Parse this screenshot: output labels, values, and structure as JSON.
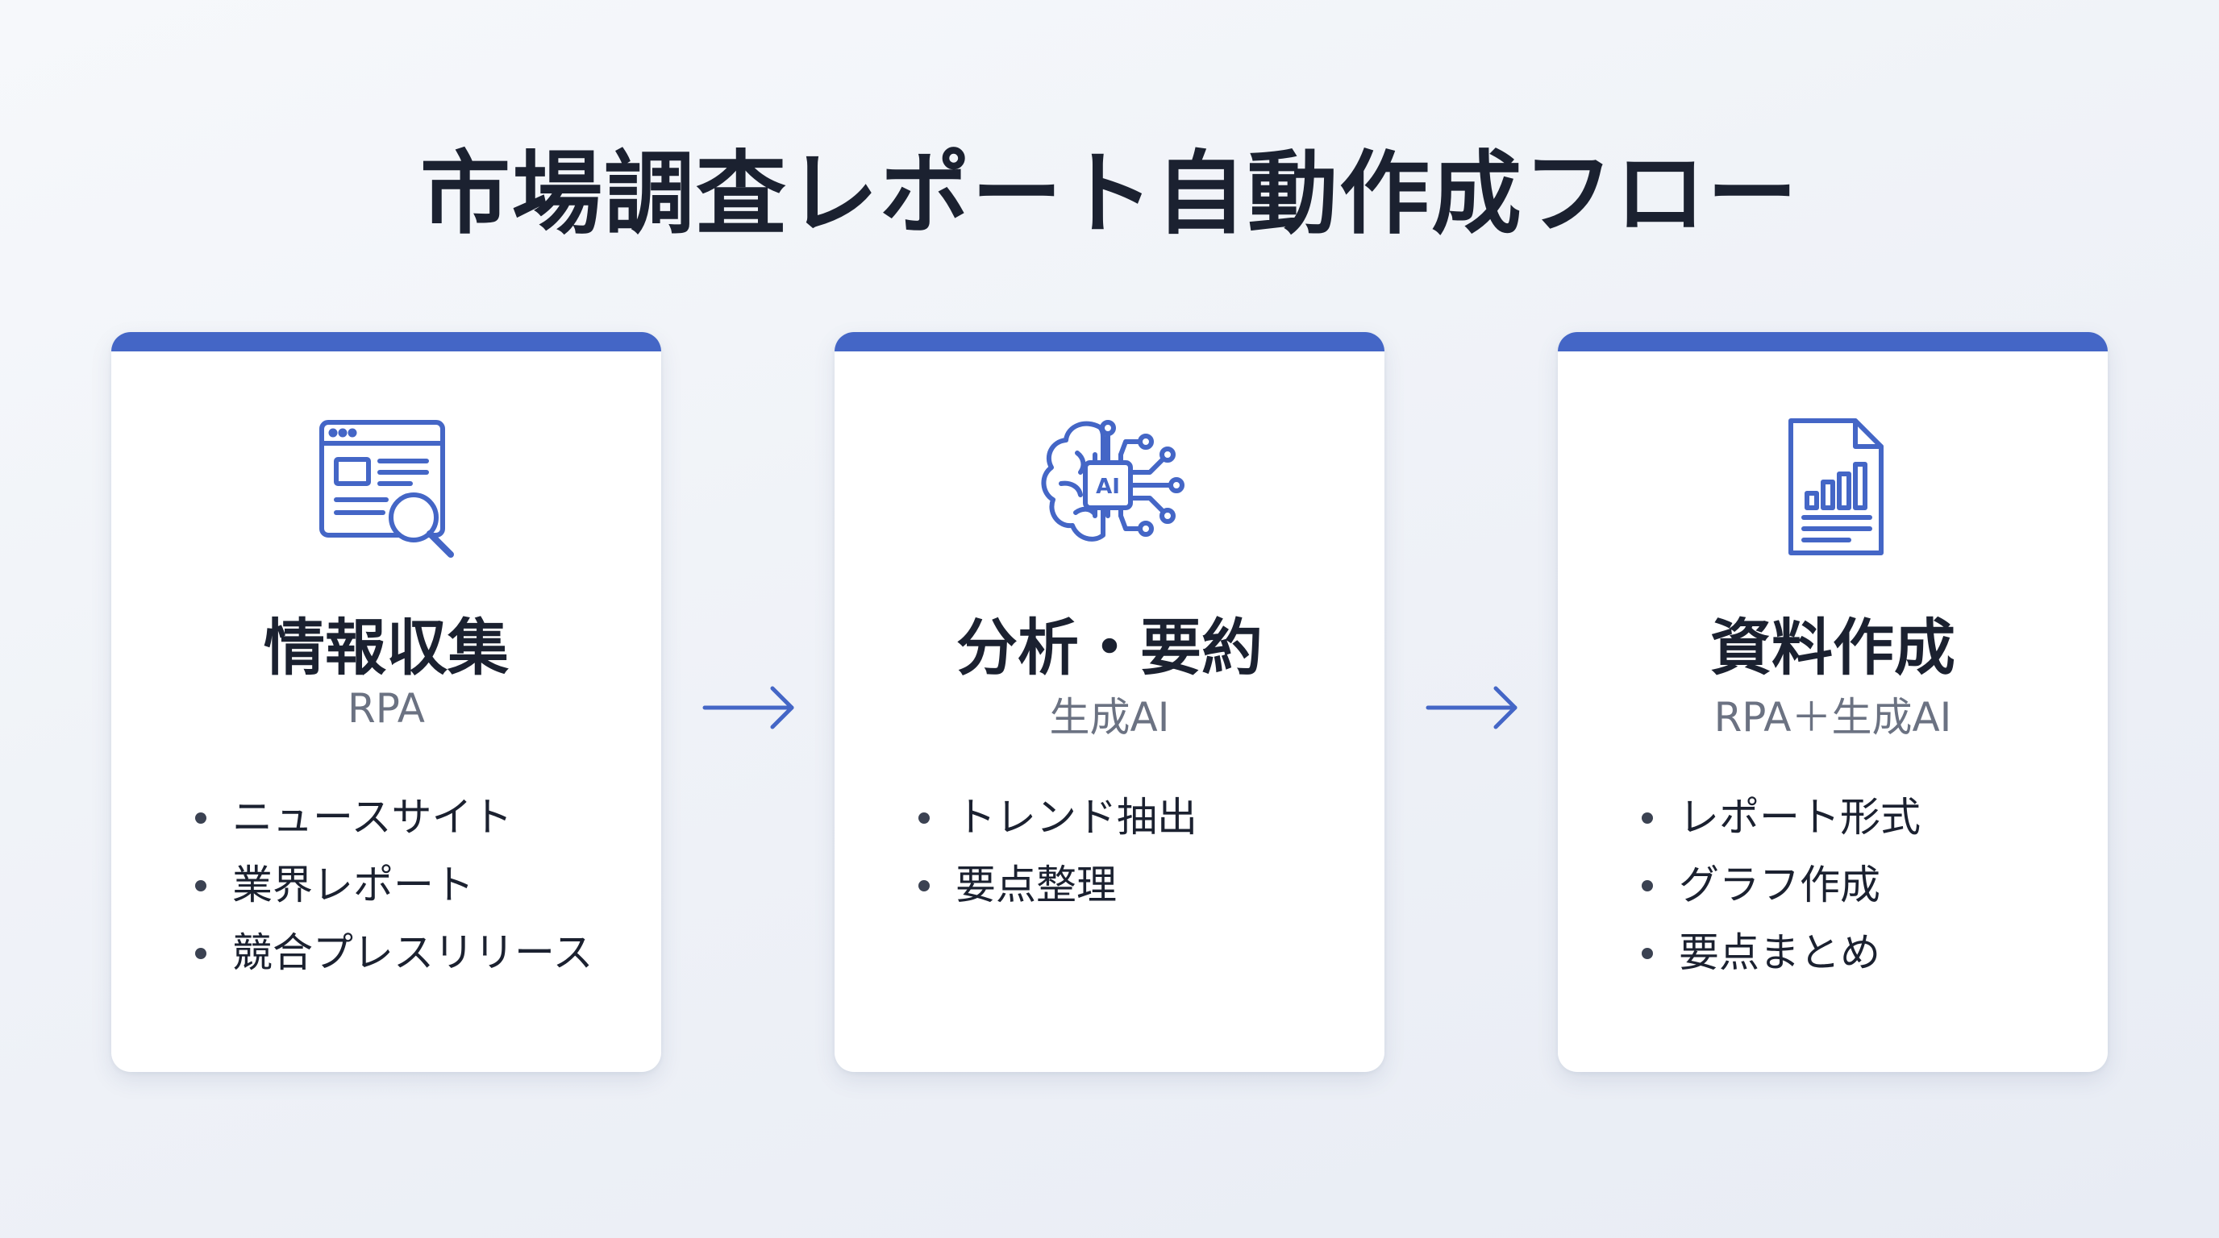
{
  "title": "市場調査レポート自動作成フロー",
  "colors": {
    "accent": "#4466c6",
    "text": "#1b2130",
    "subtext": "#6b7282",
    "background": "#eef1f7"
  },
  "steps": [
    {
      "icon": "browser-search-icon",
      "title": "情報収集",
      "subtitle": "RPA",
      "items": [
        "ニュースサイト",
        "業界レポート",
        "競合プレスリリース"
      ]
    },
    {
      "icon": "ai-brain-icon",
      "title": "分析・要約",
      "subtitle": "生成AI",
      "items": [
        "トレンド抽出",
        "要点整理"
      ]
    },
    {
      "icon": "document-chart-icon",
      "title": "資料作成",
      "subtitle": "RPA＋生成AI",
      "items": [
        "レポート形式",
        "グラフ作成",
        "要点まとめ"
      ]
    }
  ],
  "connectors": [
    "arrow-right-icon",
    "arrow-right-icon"
  ]
}
